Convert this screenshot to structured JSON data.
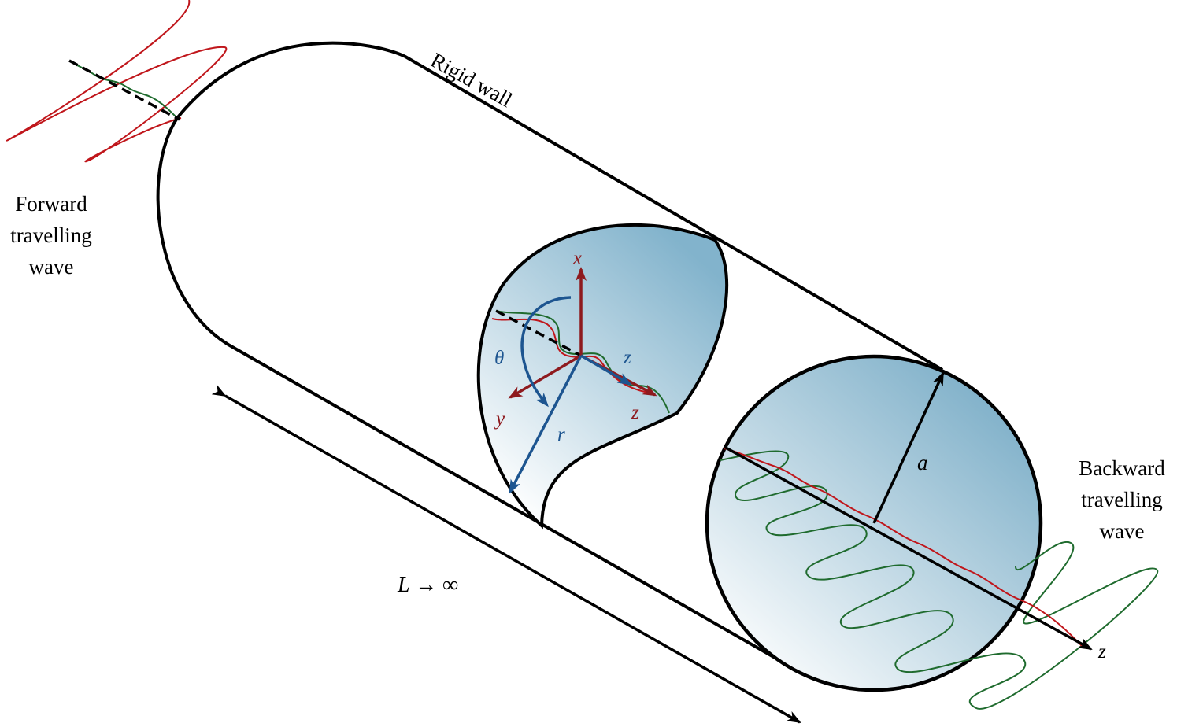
{
  "labels": {
    "rigid_wall": "Rigid wall",
    "forward_line1": "Forward",
    "forward_line2": "travelling",
    "forward_line3": "wave",
    "backward_line1": "Backward",
    "backward_line2": "travelling",
    "backward_line3": "wave",
    "length": "L → ∞",
    "radius_a": "a",
    "axis_x": "x",
    "axis_y": "y",
    "axis_z_red": "z",
    "axis_z_blue": "z",
    "axis_theta": "θ",
    "axis_r": "r",
    "axis_z_end": "z"
  },
  "colors": {
    "outline": "#000000",
    "forward_wave": "#c0161b",
    "backward_wave": "#1f6b2e",
    "frame_red": "#8e1a1e",
    "frame_blue": "#1d5590",
    "fill_dark": "#7fb0c9",
    "fill_light": "#ffffff"
  }
}
